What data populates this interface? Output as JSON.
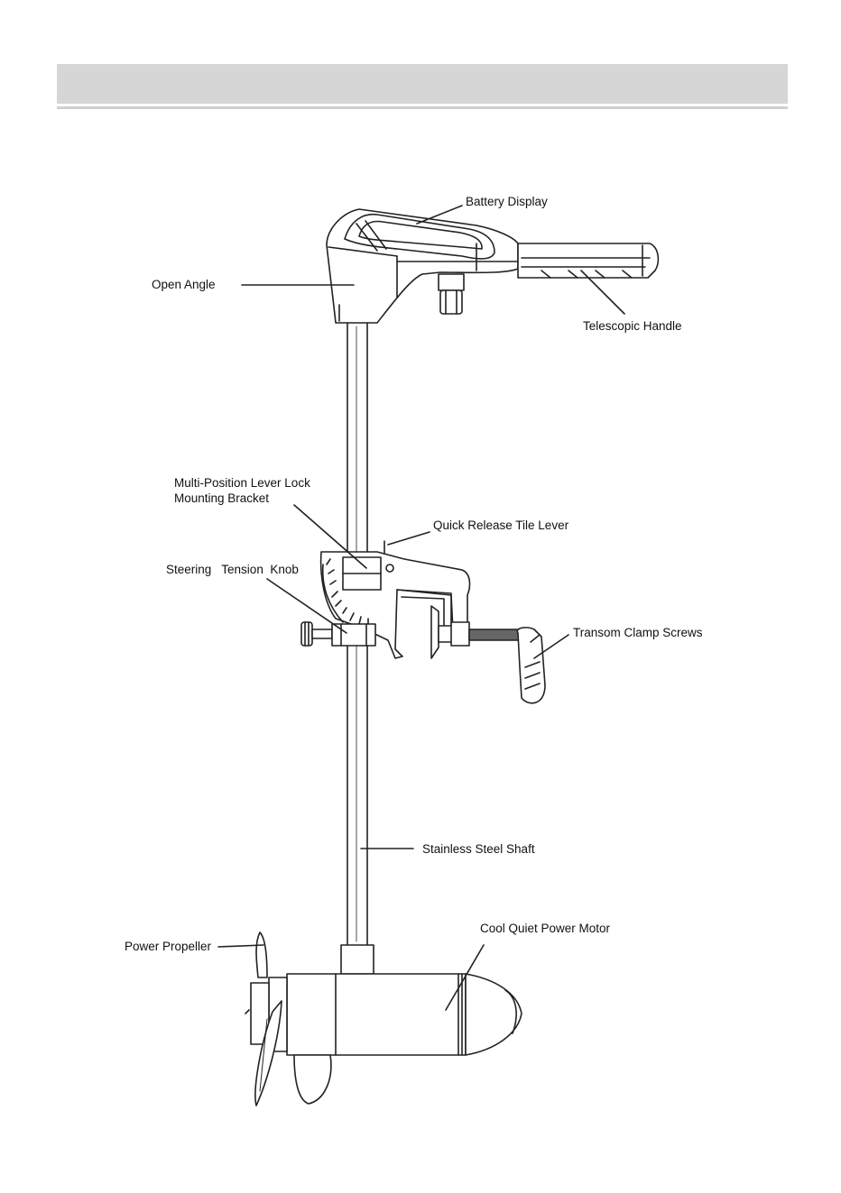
{
  "colors": {
    "header_bar": "#d6d6d6",
    "line": "#222222",
    "label": "#111111",
    "page": "#ffffff"
  },
  "labels": {
    "battery_display": "Battery Display",
    "open_angle": "Open Angle",
    "telescopic_handle": "Telescopic Handle",
    "lever_lock_line1": "Multi-Position Lever Lock",
    "lever_lock_line2": "Mounting Bracket",
    "quick_release": "Quick Release Tile Lever",
    "steering_knob": "Steering   Tension  Knob",
    "transom_clamp": "Transom Clamp Screws",
    "shaft": "Stainless Steel Shaft",
    "motor": "Cool Quiet Power Motor",
    "propeller": "Power Propeller"
  }
}
